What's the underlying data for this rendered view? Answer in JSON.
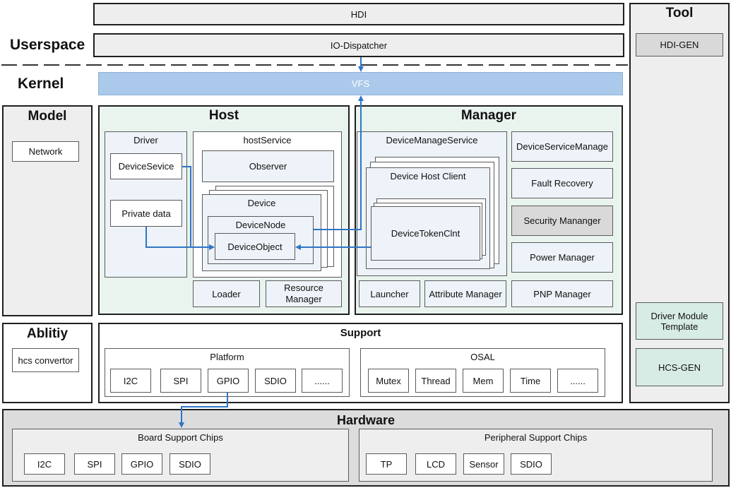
{
  "layers": {
    "userspace": "Userspace",
    "kernel": "Kernel"
  },
  "hdi": "HDI",
  "io_dispatcher": "IO-Dispatcher",
  "vfs": "VFS",
  "tool": {
    "title": "Tool",
    "hdi_gen": "HDI-GEN",
    "driver_module_template": "Driver Module Template",
    "hcs_gen": "HCS-GEN"
  },
  "model": {
    "title": "Model",
    "network": "Network"
  },
  "host": {
    "title": "Host",
    "driver": "Driver",
    "device_sevice": "DeviceSevice",
    "private_data": "Private data",
    "host_service": "hostService",
    "observer": "Observer",
    "device": "Device",
    "device_node": "DeviceNode",
    "device_object": "DeviceObject",
    "loader": "Loader",
    "resource_manager": "Resource Manager"
  },
  "manager": {
    "title": "Manager",
    "device_manage_service": "DeviceManageService",
    "device_host_client": "Device Host Client",
    "device_token_clnt": "DeviceTokenClnt",
    "launcher": "Launcher",
    "attribute_manager": "Attribute Manager",
    "device_service_manage": "DeviceServiceManage",
    "fault_recovery": "Fault Recovery",
    "security_mananger": "Security Mananger",
    "power_manager": "Power Manager",
    "pnp_manager": "PNP Manager"
  },
  "ablitiy": {
    "title": "Ablitiy",
    "hcs_convertor": "hcs convertor"
  },
  "support": {
    "title": "Support",
    "platform": {
      "title": "Platform",
      "items": [
        "I2C",
        "SPI",
        "GPIO",
        "SDIO",
        "......"
      ]
    },
    "osal": {
      "title": "OSAL",
      "items": [
        "Mutex",
        "Thread",
        "Mem",
        "Time",
        "......"
      ]
    }
  },
  "hardware": {
    "title": "Hardware",
    "board": {
      "title": "Board Support Chips",
      "items": [
        "I2C",
        "SPI",
        "GPIO",
        "SDIO"
      ]
    },
    "peripheral": {
      "title": "Peripheral Support Chips",
      "items": [
        "TP",
        "LCD",
        "Sensor",
        "SDIO"
      ]
    }
  },
  "colors": {
    "arrow": "#2e75c6",
    "vfs_fill": "#abc9ea",
    "mint": "#eaf4ef",
    "panel_gray": "#eeeeee"
  }
}
